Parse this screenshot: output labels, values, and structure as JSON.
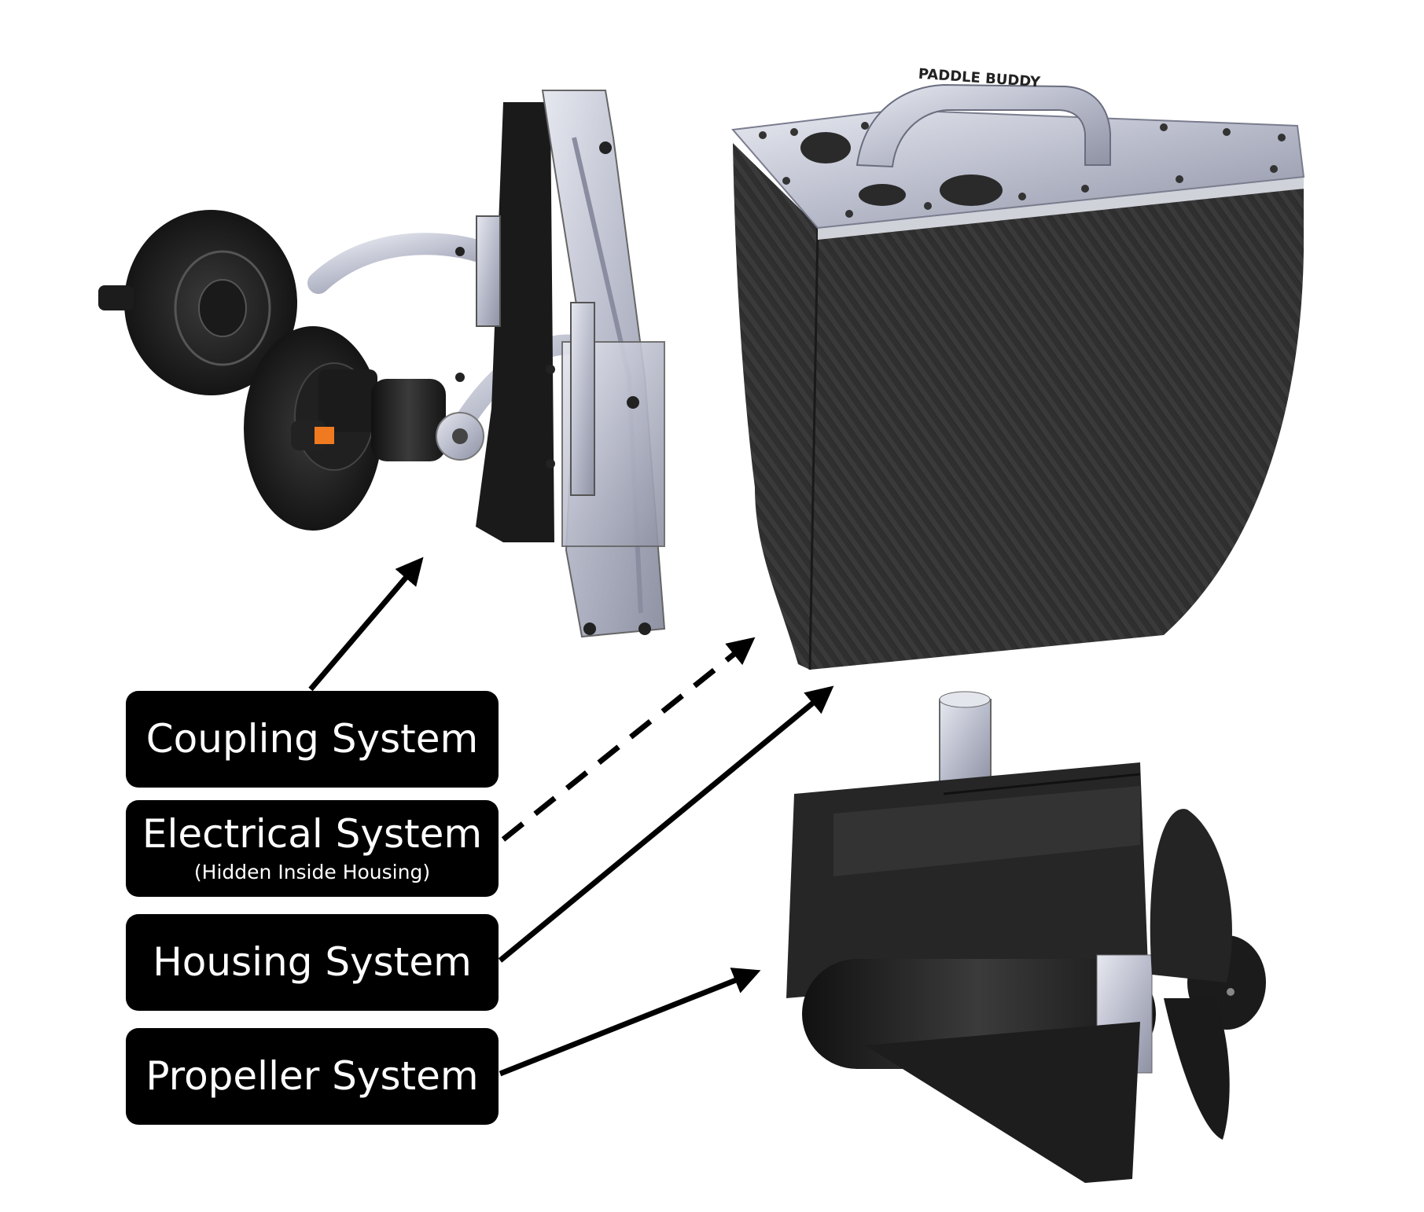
{
  "labels": {
    "coupling": "Coupling System",
    "electrical": "Electrical System",
    "electrical_note": "(Hidden Inside Housing)",
    "housing": "Housing System",
    "propeller": "Propeller System"
  },
  "housing_handle_text": "PADDLE BUDDY",
  "colors": {
    "label_bg": "#000000",
    "label_text": "#ffffff",
    "accent_orange": "#f07a1f",
    "aluminum": "#c9ccd8",
    "carbon": "#2b2b2b"
  }
}
